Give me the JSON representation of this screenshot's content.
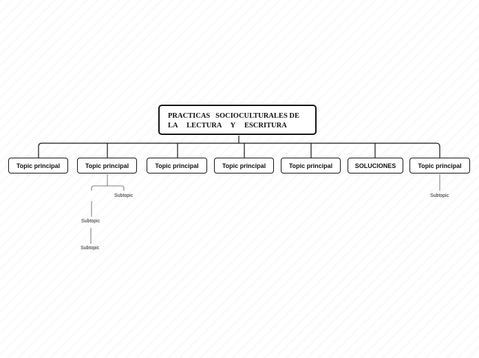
{
  "central_topic": "PRACTICAS   SOCIOCULTURALES DE\nLA     LECTURA     Y     ESCRITURA",
  "main_topics": [
    {
      "label": "Topic principal"
    },
    {
      "label": "Topic principal"
    },
    {
      "label": "Topic principal"
    },
    {
      "label": "Topic principal"
    },
    {
      "label": "Topic principal"
    },
    {
      "label": "SOLUCIONES"
    },
    {
      "label": "Topic principal"
    }
  ],
  "subtopics": {
    "topic_2": [
      "Subtopic",
      "Subtopic",
      "Subtopic"
    ],
    "topic_7": [
      "Subtopic"
    ]
  },
  "colors": {
    "line": "#111111",
    "box_border": "#111111",
    "background": "#ffffff"
  }
}
